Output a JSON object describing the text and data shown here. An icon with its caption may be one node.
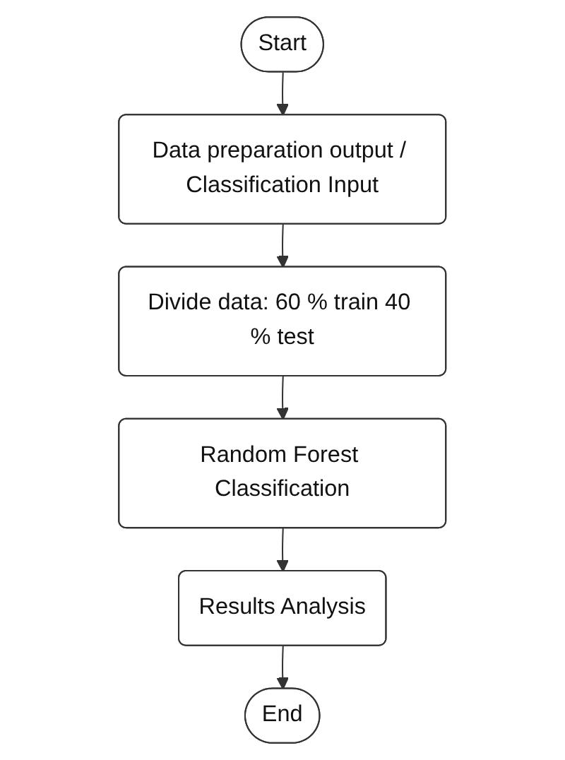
{
  "diagram": {
    "nodes": [
      {
        "text": [
          "Start"
        ]
      },
      {
        "text": [
          "Data preparation output / Classification Input"
        ]
      },
      {
        "text": [
          "Divide data: 60 % train 40 % test"
        ]
      },
      {
        "text": [
          "Random Forest Classification"
        ]
      },
      {
        "text": [
          "Results Analysis"
        ]
      },
      {
        "text": [
          "End"
        ]
      }
    ],
    "edges": [
      {
        "from": 0,
        "to": 1,
        "arrow": "to"
      },
      {
        "from": 1,
        "to": 2,
        "arrow": "to"
      },
      {
        "from": 2,
        "to": 3,
        "arrow": "to"
      },
      {
        "from": 3,
        "to": 4,
        "arrow": "to"
      },
      {
        "from": 4,
        "to": 5,
        "arrow": "to"
      }
    ]
  }
}
